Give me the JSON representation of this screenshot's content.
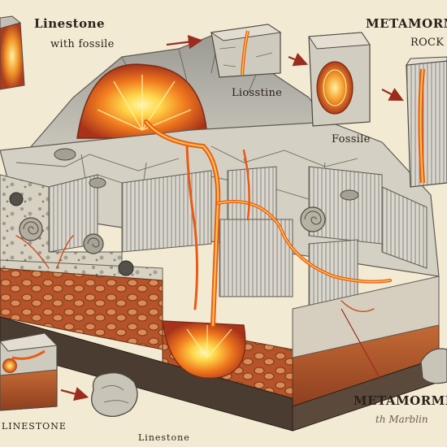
{
  "labels": {
    "limestone_fossils_line1": "Linestone",
    "limestone_fossils_line2": "with fossile",
    "metamorphic_rock_line1": "METAMORMISI",
    "metamorphic_rock_line2": "ROCK",
    "liosstine": "Liosstine",
    "fossile": "Fossile",
    "linestone_left": "LINESTONE",
    "linestone_bottom": "Linestone",
    "metamorphic_bottom_line1": "METAMORMISI",
    "metamorphic_bottom_line2": "th Marblin"
  },
  "colors": {
    "background": "#f3ead3",
    "magma": "#f07a1e",
    "magma_core": "#ffd84a",
    "rock_grey": "#c9c6bd",
    "rock_dark": "#7b776f",
    "soil_red": "#b8562a",
    "arrow": "#9b2d1f",
    "ink": "#2b211a"
  },
  "icons": {
    "arrow": "arrow-right-icon",
    "fossil": "ammonite-fossil-icon",
    "rock": "rock-sample-icon"
  }
}
